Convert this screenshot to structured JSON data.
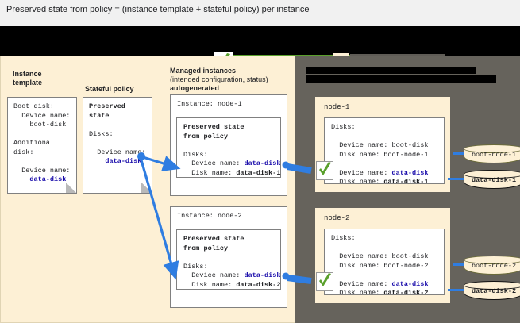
{
  "title": "Preserved state from policy = (instance template + stateful policy) per instance",
  "colors": {
    "panel_cream": "#fdf0d5",
    "panel_grey": "#66635c",
    "accent_blue": "#1a0dab",
    "link_blue": "#2f7de1",
    "check_green": "#5aa02c",
    "redaction": "#000000"
  },
  "left_panel": {
    "sections": [
      {
        "heading_line1": "Instance",
        "heading_line2": "template"
      },
      {
        "heading_line1": "Stateful policy",
        "heading_line2": ""
      },
      {
        "heading_line1": "Managed instances",
        "heading_line2": "(intended configuration, status)",
        "heading_line3": "autogenerated"
      }
    ],
    "instance_template_card": {
      "lines": [
        {
          "text": "Boot disk:",
          "style": "plain"
        },
        {
          "text": "",
          "style": "plain"
        },
        {
          "text": "  Device name:",
          "style": "plain"
        },
        {
          "text": "    boot-disk",
          "style": "plain"
        },
        {
          "text": "",
          "style": "plain"
        },
        {
          "text": "Additional",
          "style": "plain"
        },
        {
          "text": "disk:",
          "style": "plain"
        },
        {
          "text": "",
          "style": "plain"
        },
        {
          "text": "  Device name:",
          "style": "plain"
        },
        {
          "text": "    data-disk",
          "style": "blue"
        }
      ]
    },
    "stateful_policy_card": {
      "lines": [
        {
          "text": "Preserved",
          "style": "bold"
        },
        {
          "text": "state",
          "style": "bold"
        },
        {
          "text": "",
          "style": "plain"
        },
        {
          "text": "Disks:",
          "style": "plain"
        },
        {
          "text": "",
          "style": "plain"
        },
        {
          "text": "  Device name:",
          "style": "plain"
        },
        {
          "text": "    data-disk",
          "style": "blue"
        }
      ]
    },
    "managed_instances": [
      {
        "instance_label": "Instance: node-1",
        "inner_title_line1": "Preserved state",
        "inner_title_line2": "from policy",
        "disks_label": "Disks:",
        "device_name_label": "  Device name: ",
        "device_name_value": "data-disk",
        "disk_name_label": "  Disk name: ",
        "disk_name_value": "data-disk-1"
      },
      {
        "instance_label": "Instance: node-2",
        "inner_title_line1": "Preserved state",
        "inner_title_line2": "from policy",
        "disks_label": "Disks:",
        "device_name_label": "  Device name: ",
        "device_name_value": "data-disk",
        "disk_name_label": "  Disk name: ",
        "disk_name_value": "data-disk-2"
      }
    ]
  },
  "right_panel": {
    "header_redacted": true,
    "nodes": [
      {
        "node_label": "node-1",
        "disks_label": "Disks:",
        "boot_device_line": "  Device name: boot-disk",
        "boot_disk_line": "  Disk name: boot-node-1",
        "data_device_label": "  Device name: ",
        "data_device_value": "data-disk",
        "data_disk_label": "  Disk name: ",
        "data_disk_value": "data-disk-1",
        "status": "ok"
      },
      {
        "node_label": "node-2",
        "disks_label": "Disks:",
        "boot_device_line": "  Device name: boot-disk",
        "boot_disk_line": "  Disk name: boot-node-2",
        "data_device_label": "  Device name: ",
        "data_device_value": "data-disk",
        "data_disk_label": "  Disk name: ",
        "data_disk_value": "data-disk-2",
        "status": "ok"
      }
    ],
    "disks": [
      {
        "label": "boot-node-1",
        "highlighted": false
      },
      {
        "label": "data-disk-1",
        "highlighted": true
      },
      {
        "label": "boot-node-2",
        "highlighted": false
      },
      {
        "label": "data-disk-2",
        "highlighted": true
      }
    ]
  },
  "icons": {
    "check": "check-icon"
  }
}
